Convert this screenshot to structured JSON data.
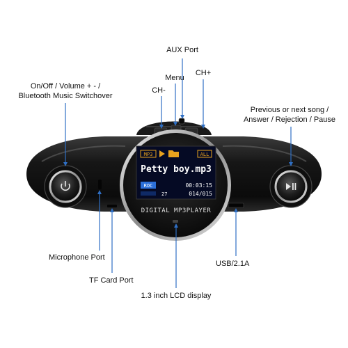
{
  "labels": {
    "aux_port": "AUX Port",
    "menu": "Menu",
    "ch_plus": "CH+",
    "ch_minus": "CH-",
    "power_line1": "On/Off / Volume + - /",
    "power_line2": "Bluetooth Music Switchover",
    "play_line1": "Previous or next song /",
    "play_line2": "Answer / Rejection / Pause",
    "microphone": "Microphone Port",
    "tf_card": "TF Card Port",
    "usb": "USB/2.1A",
    "lcd": "1.3 inch LCD display"
  },
  "screen": {
    "format_badge": "MP3",
    "mode_badge": "ALL",
    "song_title": "Petty boy.mp3",
    "eq_badge": "ROC",
    "track_number": "27",
    "time": "00:03:15",
    "track_position": "014/015",
    "device_name": "DIGITAL MP3PLAYER"
  },
  "icons": {
    "power_knob": "power-icon",
    "play_knob": "play-pause-icon",
    "folder": "folder-icon"
  },
  "colors": {
    "arrow": "#2f6fc4",
    "body": "#141414",
    "lcd_background": "#050a24",
    "lcd_text": "#ffffff",
    "badge_orange": "#e8a21e",
    "lcd_blue": "#2b6fd9"
  }
}
